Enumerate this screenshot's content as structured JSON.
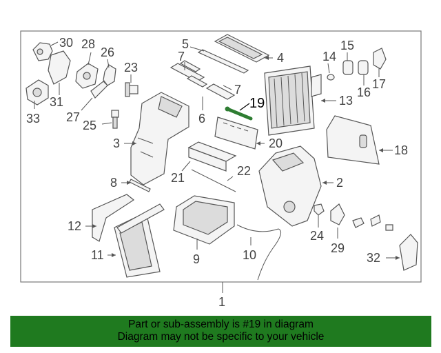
{
  "callouts": {
    "c1": "1",
    "c2": "2",
    "c3": "3",
    "c4": "4",
    "c5": "5",
    "c6": "6",
    "c7a": "7",
    "c7b": "7",
    "c8": "8",
    "c9": "9",
    "c10": "10",
    "c11": "11",
    "c12": "12",
    "c13": "13",
    "c14": "14",
    "c15": "15",
    "c16": "16",
    "c17": "17",
    "c18": "18",
    "c19": "19",
    "c20": "20",
    "c21": "21",
    "c22": "22",
    "c23": "23",
    "c24": "24",
    "c25": "25",
    "c26": "26",
    "c27": "27",
    "c28": "28",
    "c29": "29",
    "c30": "30",
    "c31": "31",
    "c32": "32",
    "c33": "33"
  },
  "banner": {
    "line1": "Part or sub-assembly is #19 in diagram",
    "line2": "Diagram may not be specific to your vehicle"
  },
  "colors": {
    "banner_bg": "#1f7a1f",
    "highlight_part": "#2e7d32"
  }
}
